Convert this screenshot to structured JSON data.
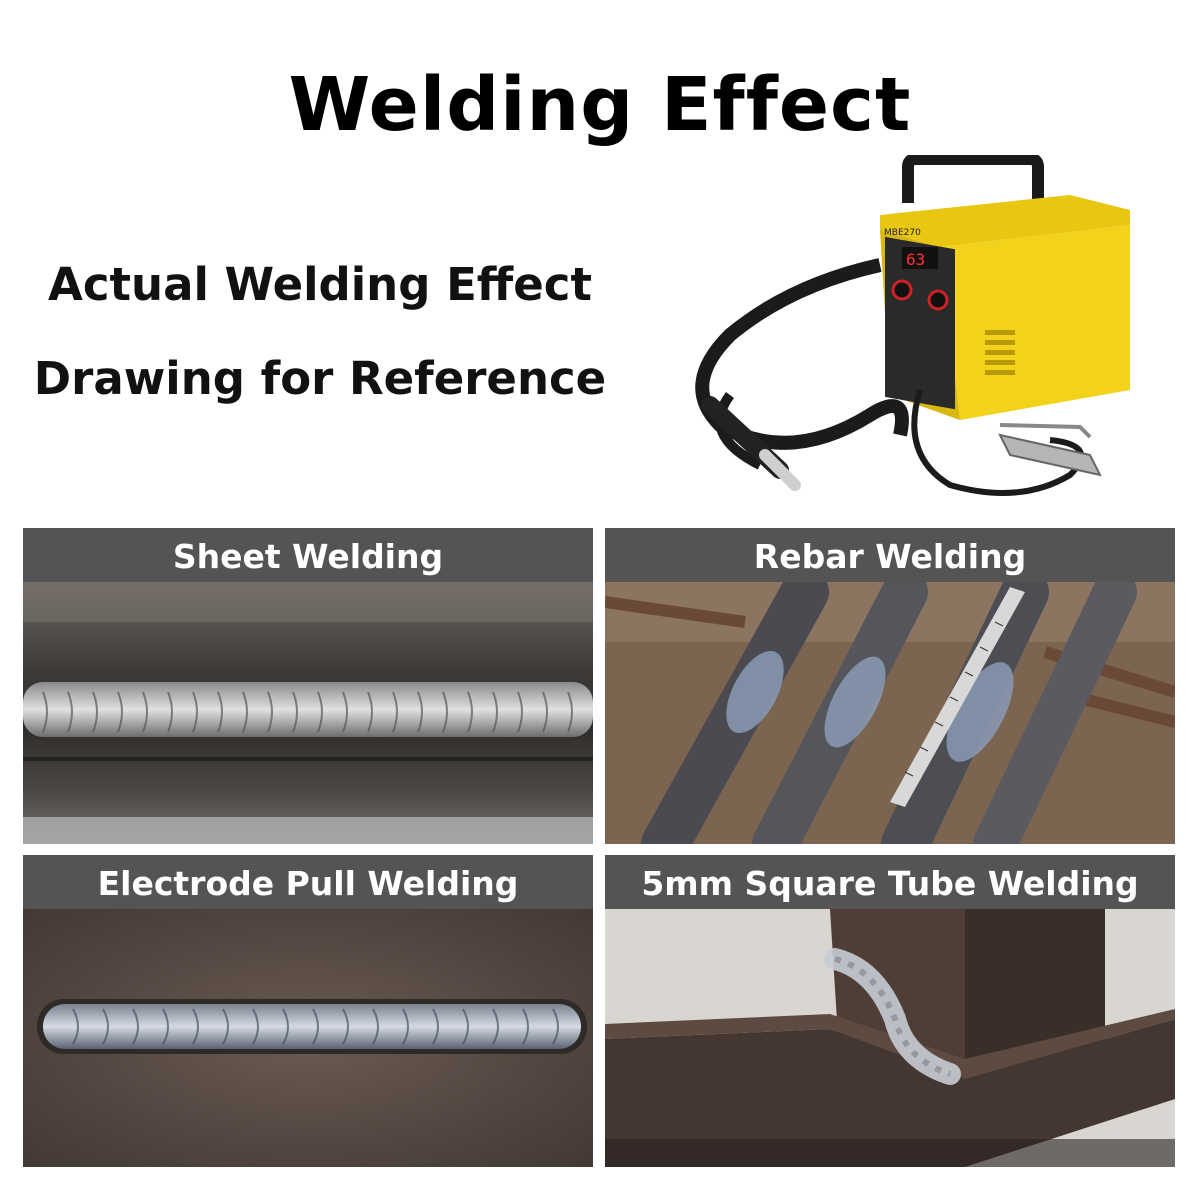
{
  "title": "Welding Effect",
  "subtitle": {
    "line1": "Actual Welding Effect",
    "line2": "Drawing for Reference"
  },
  "welder": {
    "model": "MBE270",
    "display": "63",
    "body_color": "#f2d21a"
  },
  "panels": [
    {
      "label": "Sheet Welding"
    },
    {
      "label": "Rebar Welding"
    },
    {
      "label": "Electrode Pull Welding"
    },
    {
      "label": "5mm Square Tube Welding"
    }
  ],
  "colors": {
    "header_bg": "#545454",
    "header_text": "#ffffff"
  }
}
